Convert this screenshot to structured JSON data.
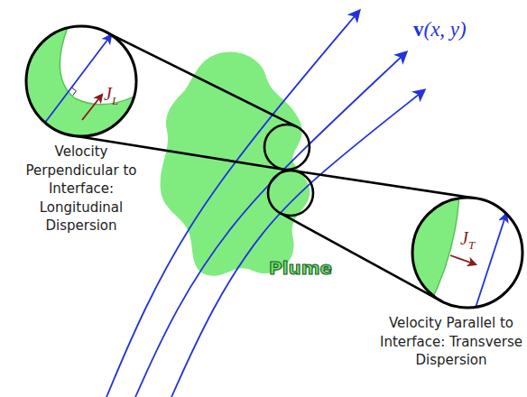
{
  "diagram": {
    "nodes": [
      {
        "text": [
          "Plume"
        ]
      },
      {
        "text": [
          "JL"
        ]
      },
      {
        "text": [
          "JT"
        ]
      }
    ],
    "labels": [
      "v(x, y)",
      "Velocity Perpendicular to Interface: Longitudinal Dispersion",
      "Velocity Parallel to Interface: Transverse Dispersion"
    ]
  }
}
